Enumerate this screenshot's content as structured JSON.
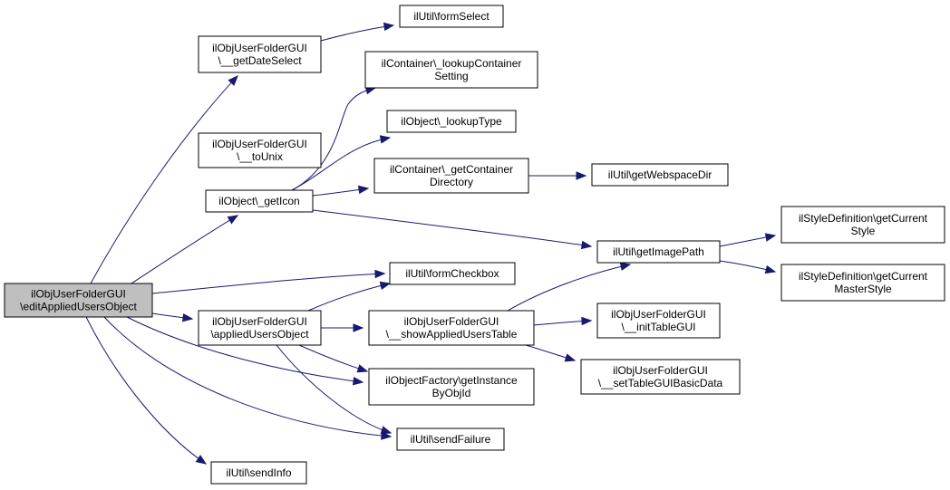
{
  "diagram": {
    "nodes": [
      {
        "id": "n_root",
        "lines": [
          "ilObjUserFolderGUI",
          "\\editAppliedUsersObject"
        ],
        "root": true
      },
      {
        "id": "n_date",
        "lines": [
          "ilObjUserFolderGUI",
          "\\__getDateSelect"
        ]
      },
      {
        "id": "n_fsel",
        "lines": [
          "ilUtil\\formSelect"
        ]
      },
      {
        "id": "n_lcs",
        "lines": [
          "ilContainer\\_lookupContainer",
          "Setting"
        ]
      },
      {
        "id": "n_ltype",
        "lines": [
          "ilObject\\_lookupType"
        ]
      },
      {
        "id": "n_unix",
        "lines": [
          "ilObjUserFolderGUI",
          "\\__toUnix"
        ]
      },
      {
        "id": "n_gcd",
        "lines": [
          "ilContainer\\_getContainer",
          "Directory"
        ]
      },
      {
        "id": "n_web",
        "lines": [
          "ilUtil\\getWebspaceDir"
        ]
      },
      {
        "id": "n_icon",
        "lines": [
          "ilObject\\_getIcon"
        ]
      },
      {
        "id": "n_img",
        "lines": [
          "ilUtil\\getImagePath"
        ]
      },
      {
        "id": "n_style",
        "lines": [
          "ilStyleDefinition\\getCurrent",
          "Style"
        ]
      },
      {
        "id": "n_master",
        "lines": [
          "ilStyleDefinition\\getCurrent",
          "MasterStyle"
        ]
      },
      {
        "id": "n_chk",
        "lines": [
          "ilUtil\\formCheckbox"
        ]
      },
      {
        "id": "n_auo",
        "lines": [
          "ilObjUserFolderGUI",
          "\\appliedUsersObject"
        ]
      },
      {
        "id": "n_show",
        "lines": [
          "ilObjUserFolderGUI",
          "\\__showAppliedUsersTable"
        ]
      },
      {
        "id": "n_init",
        "lines": [
          "ilObjUserFolderGUI",
          "\\__initTableGUI"
        ]
      },
      {
        "id": "n_basic",
        "lines": [
          "ilObjUserFolderGUI",
          "\\__setTableGUIBasicData"
        ]
      },
      {
        "id": "n_fact",
        "lines": [
          "ilObjectFactory\\getInstance",
          "ByObjId"
        ]
      },
      {
        "id": "n_fail",
        "lines": [
          "ilUtil\\sendFailure"
        ]
      },
      {
        "id": "n_info",
        "lines": [
          "ilUtil\\sendInfo"
        ]
      }
    ],
    "edges": [
      {
        "from": "n_root",
        "to": "n_date"
      },
      {
        "from": "n_root",
        "to": "n_icon"
      },
      {
        "from": "n_root",
        "to": "n_chk"
      },
      {
        "from": "n_root",
        "to": "n_auo"
      },
      {
        "from": "n_root",
        "to": "n_fact"
      },
      {
        "from": "n_root",
        "to": "n_fail"
      },
      {
        "from": "n_root",
        "to": "n_info"
      },
      {
        "from": "n_date",
        "to": "n_fsel"
      },
      {
        "from": "n_icon",
        "to": "n_lcs"
      },
      {
        "from": "n_icon",
        "to": "n_ltype"
      },
      {
        "from": "n_icon",
        "to": "n_gcd"
      },
      {
        "from": "n_icon",
        "to": "n_img"
      },
      {
        "from": "n_gcd",
        "to": "n_web"
      },
      {
        "from": "n_img",
        "to": "n_style"
      },
      {
        "from": "n_img",
        "to": "n_master"
      },
      {
        "from": "n_auo",
        "to": "n_chk"
      },
      {
        "from": "n_auo",
        "to": "n_show"
      },
      {
        "from": "n_auo",
        "to": "n_fact"
      },
      {
        "from": "n_auo",
        "to": "n_fail"
      },
      {
        "from": "n_show",
        "to": "n_img"
      },
      {
        "from": "n_show",
        "to": "n_init"
      },
      {
        "from": "n_show",
        "to": "n_basic"
      }
    ],
    "colors": {
      "edge": "#191970",
      "root_fill": "#bfbfbf",
      "node_fill": "#ffffff",
      "node_border": "#000000"
    }
  }
}
